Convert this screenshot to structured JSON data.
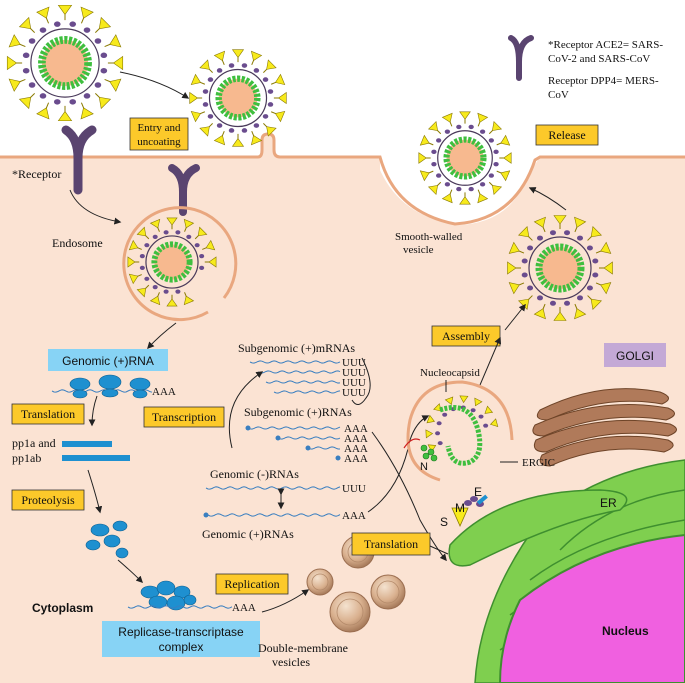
{
  "labels": {
    "receptor_note_1": "*Receptor  ACE2= SARS-",
    "receptor_note_2": "CoV-2        and SARS-CoV",
    "receptor_note_3": "Receptor  DPP4= MERS-",
    "receptor_note_4": "CoV",
    "receptor": "*Receptor",
    "entry_1": "Entry and",
    "entry_2": "uncoating",
    "endosome": "Endosome",
    "release": "Release",
    "smooth_vesicle_1": "Smooth-walled",
    "smooth_vesicle_2": "vesicle",
    "genomic_pos_rna": "Genomic (+)RNA",
    "aaa_1": "AAA",
    "translation_1": "Translation",
    "pp1a_1": "pp1a and",
    "pp1a_2": "pp1ab",
    "proteolysis": "Proteolysis",
    "subgenomic_mrnas": "Subgenomic (+)mRNAs",
    "uuu": "UUU",
    "transcription": "Transcription",
    "subgenomic_rnas": "Subgenomic (+)RNAs",
    "aaa": "AAA",
    "genomic_neg_rnas": "Genomic (-)RNAs",
    "genomic_pos_rnas": "Genomic (+)RNAs",
    "replication": "Replication",
    "cytoplasm": "Cytoplasm",
    "replicase_1": "Replicase-transcriptase",
    "replicase_2": "complex",
    "dmv_1": "Double-membrane",
    "dmv_2": "vesicles",
    "assembly": "Assembly",
    "golgi": "GOLGI",
    "nucleocapsid": "Nucleocapsid",
    "n": "N",
    "ergic": "ERGIC",
    "s": "S",
    "m": "M",
    "e": "E",
    "er": "ER",
    "translation_2": "Translation",
    "nucleus": "Nucleus"
  },
  "colors": {
    "cytoplasm": "#fbe3d3",
    "membrane": "#e9a77f",
    "label_box": "#fcc92a",
    "blue_box": "#87d3f5",
    "golgi_box": "#c4a9d6",
    "er_green": "#7fcf4f",
    "nucleus": "#f060e0",
    "spike": "#f7ea1c",
    "capsid": "#3fbf3f",
    "core": "#f7b98f",
    "protein_blue": "#1e90d0",
    "receptor": "#5a4470"
  }
}
